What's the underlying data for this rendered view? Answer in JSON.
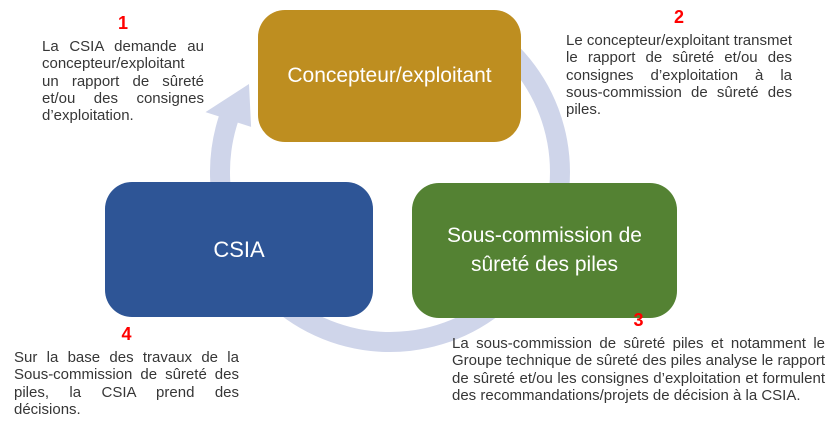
{
  "diagram": {
    "type": "cycle",
    "arrow_color": "#CFD5EA",
    "number_color": "#FF0000",
    "text_color": "#363636",
    "nodes": [
      {
        "id": "concepteur-exploitant",
        "label": "Concepteur/exploitant",
        "color": "#BE8E20"
      },
      {
        "id": "csia",
        "label": "CSIA",
        "color": "#2E5596"
      },
      {
        "id": "sous-commission-surete-piles",
        "label": "Sous-commission de sûreté des piles",
        "color": "#548233"
      }
    ],
    "steps": [
      {
        "number": "1",
        "text": "La CSIA demande au concepteur/exploitant un rapport de sûreté et/ou des consignes d’exploitation."
      },
      {
        "number": "2",
        "text": "Le concepteur/exploitant transmet le rapport de sûreté et/ou des consignes d’exploitation à la sous-commission de sûreté des piles."
      },
      {
        "number": "3",
        "text": "La sous-commission de sûreté piles et notamment le Groupe technique de sûreté des piles analyse le rapport de sûreté et/ou les consignes d’exploitation et formulent des recommandations/projets de décision à la CSIA."
      },
      {
        "number": "4",
        "text": "Sur la base des travaux de la Sous-commission de sûreté des piles, la CSIA prend des décisions."
      }
    ]
  }
}
